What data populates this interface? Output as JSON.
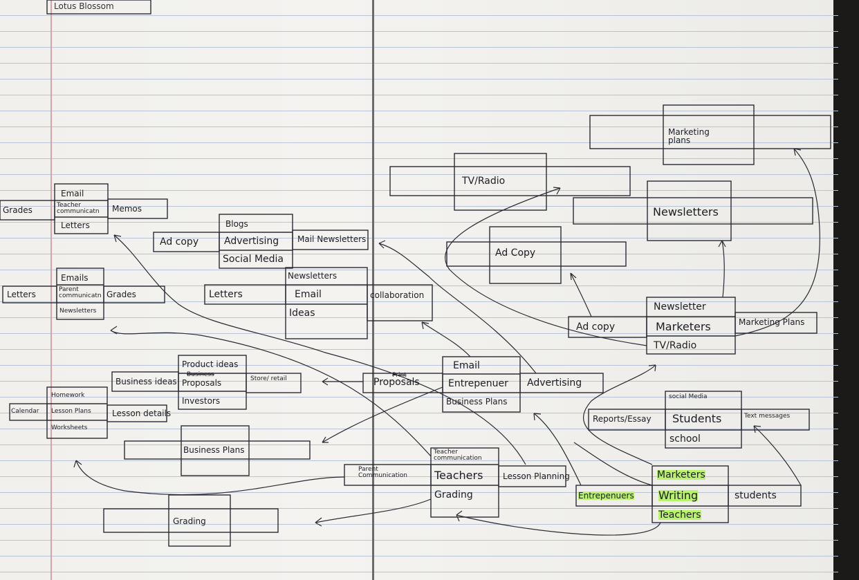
{
  "title": "Lotus Blossom",
  "center": {
    "n": "Marketers",
    "c": "Writing",
    "s": "Teachers",
    "w": "Entrepenuers",
    "e": "students"
  },
  "students_box": {
    "n": "social Media",
    "c": "Students",
    "s": "school",
    "w": "Reports/Essay",
    "e": "Text messages"
  },
  "marketers_box": {
    "n": "Newsletter",
    "c": "Marketers",
    "s": "TV/Radio",
    "w": "Ad copy",
    "e": "Marketing Plans"
  },
  "entrepreneur_box": {
    "n": "Email",
    "c": "Entrepenuer",
    "s": "Business Plans",
    "w": "Proposals",
    "e": "Advertising",
    "strike": "Print"
  },
  "teachers_box": {
    "n": "Teacher communication",
    "c": "Teachers",
    "s": "Grading",
    "w": "Parent Communication",
    "e": "Lesson Planning"
  },
  "far_right": {
    "marketing_plans": "Marketing plans",
    "newsletters": "Newsletters",
    "ad_copy": "Ad Copy",
    "tv_radio": "TV/Radio"
  },
  "email_box": {
    "n": "Newsletters",
    "c": "Email",
    "s": "Ideas",
    "w": "Letters",
    "e": "collaboration"
  },
  "advertising_box": {
    "n": "Blogs",
    "c": "Advertising",
    "s": "Social Media",
    "w": "Ad copy",
    "e": "Mail Newsletters"
  },
  "proposals_box": {
    "n": "Product ideas",
    "c": "Proposals",
    "s": "Investors",
    "w": "Business ideas",
    "e": "Store/ retail",
    "strike": "Business"
  },
  "teacher_comm_box": {
    "n": "Email",
    "c": "Teacher communicatn",
    "s": "Letters",
    "w": "Grades",
    "e": "Memos"
  },
  "parent_comm_box": {
    "n": "Emails",
    "c": "Parent communicatn",
    "s": "Newsletters",
    "w": "Letters",
    "e": "Grades"
  },
  "lesson_box": {
    "n": "Homework",
    "c": "Lesson Plans",
    "s": "Worksheets",
    "w": "Calendar",
    "e": "Lesson details"
  },
  "business_plans_box": {
    "c": "Business Plans"
  },
  "grading_box": {
    "c": "Grading"
  }
}
